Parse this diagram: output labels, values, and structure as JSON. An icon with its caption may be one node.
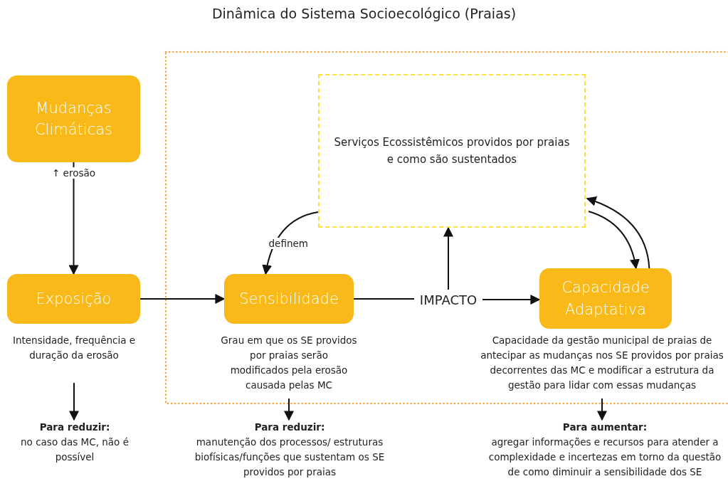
{
  "diagram": {
    "title": "Dinâmica do Sistema Socioecológico (Praias)",
    "nodes": [
      {
        "text": [
          "Mudanças Climáticas"
        ]
      },
      {
        "text": [
          "Exposição"
        ]
      },
      {
        "text": [
          "Sensibilidade"
        ]
      },
      {
        "text": [
          "Capacidade Adaptativa"
        ]
      },
      {
        "text": [
          "Serviços Ecossistêmicos providos por praias e como são sustentados"
        ]
      },
      {
        "text": [
          "IMPACTO"
        ]
      },
      {
        "text": [
          "Intensidade, frequência e duração da erosão"
        ]
      },
      {
        "text": [
          "Grau em que os SE providos por praias serão modificados pela erosão causada pelas MC"
        ]
      },
      {
        "text": [
          "Capacidade da gestão municipal de praias de antecipar as mudanças nos SE providos por praias decorrentes das MC e modificar a estrutura da gestão para lidar com essas mudanças"
        ]
      },
      {
        "text": [
          "Para reduzir:",
          "no caso das MC, não é possível"
        ]
      },
      {
        "text": [
          "Para reduzir:",
          "manutenção dos processos/ estruturas biofísicas/funções que sustentam os SE providos por praias"
        ]
      },
      {
        "text": [
          "Para aumentar:",
          "agregar informações e recursos para atender a complexidade e incertezas em torno da questão de como diminuir a sensibilidade dos SE"
        ]
      }
    ],
    "edges": [
      {
        "from": 0,
        "to": 1,
        "arrow": "to",
        "label": "↑ erosão"
      },
      {
        "from": 1,
        "to": 2,
        "arrow": "to"
      },
      {
        "from": 2,
        "to": 5,
        "arrow": "none"
      },
      {
        "from": 5,
        "to": 3,
        "arrow": "to"
      },
      {
        "from": 5,
        "to": 4,
        "arrow": "to"
      },
      {
        "from": 4,
        "to": 2,
        "arrow": "to",
        "label": "definem"
      },
      {
        "from": 3,
        "to": 4,
        "arrow": "to"
      },
      {
        "from": 4,
        "to": 3,
        "arrow": "to"
      },
      {
        "from": 6,
        "to": 9,
        "arrow": "to"
      },
      {
        "from": 7,
        "to": 10,
        "arrow": "to"
      },
      {
        "from": 8,
        "to": 11,
        "arrow": "to"
      }
    ]
  }
}
